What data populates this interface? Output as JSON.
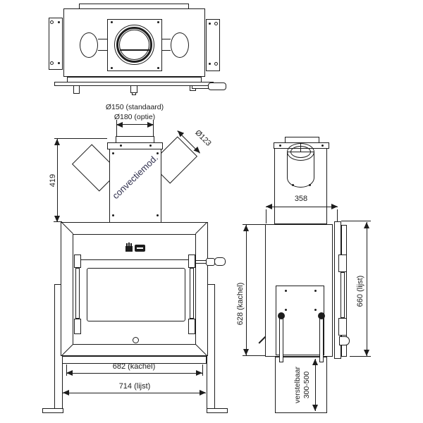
{
  "colors": {
    "line": "#1d1d1d",
    "text": "#1d1d1d",
    "module_text": "#30304e",
    "background": "#ffffff"
  },
  "front_view": {
    "flue_standard": "Ø150 (standaard)",
    "flue_option": "Ø180 (optie)",
    "side_duct_diameter": "Ø123",
    "module_label": "convectiemod.",
    "module_height": "419",
    "stove_width": "682 (kachel)",
    "frame_width": "714 (lijst)"
  },
  "side_view": {
    "depth": "358",
    "stove_height": "628 (kachel)",
    "frame_height": "660 (lijst)",
    "pedestal_line1": "verstelbaar",
    "pedestal_line2": "300-500"
  }
}
